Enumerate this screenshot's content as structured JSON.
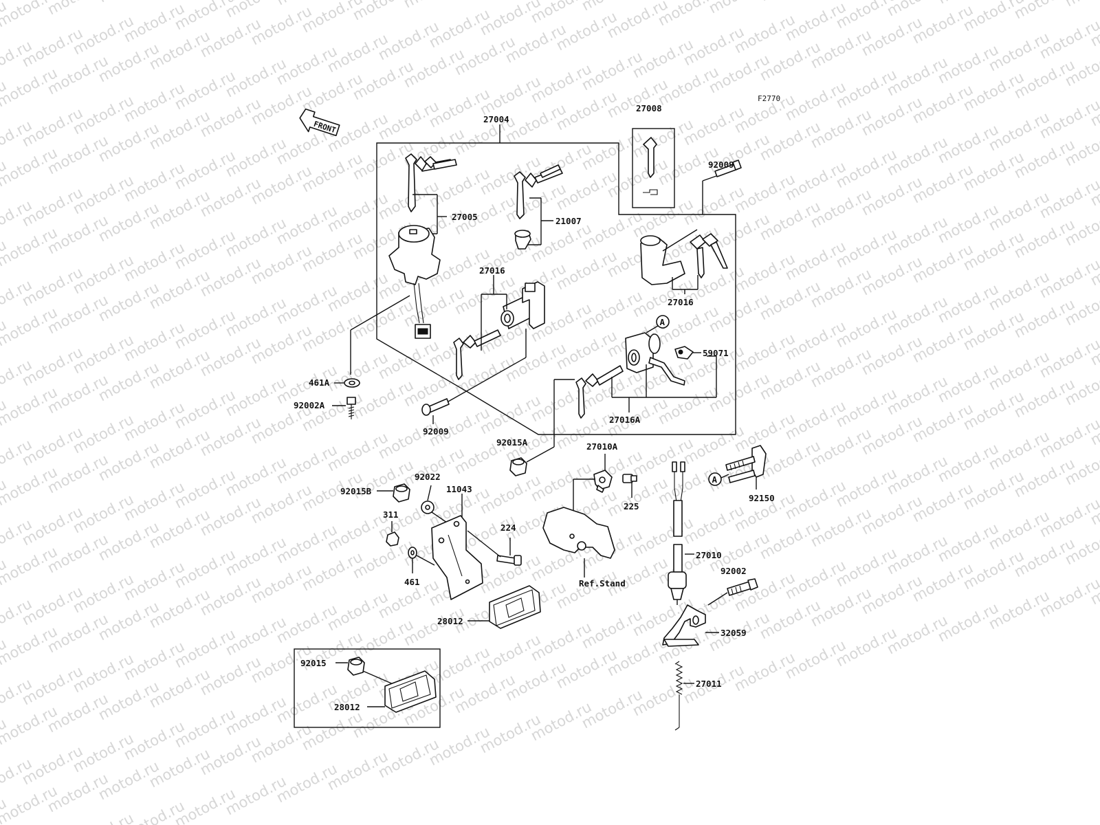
{
  "watermark": "motod.ru",
  "diagram_code": "F2770",
  "front_label": "FRONT",
  "part_labels": {
    "p27004": "27004",
    "p27008": "27008",
    "p92009_top": "92009",
    "p27005": "27005",
    "p21007": "21007",
    "p27016_left": "27016",
    "p27016_right": "27016",
    "p59071": "59071",
    "p27016A": "27016A",
    "p461A": "461A",
    "p92002A": "92002A",
    "p92009_bottom": "92009",
    "p92015A": "92015A",
    "p27010A": "27010A",
    "p225": "225",
    "p92150": "92150",
    "p92015B": "92015B",
    "p92022": "92022",
    "p11043": "11043",
    "p311": "311",
    "p224": "224",
    "p461": "461",
    "ref_stand": "Ref.Stand",
    "p27010": "27010",
    "p92002": "92002",
    "p32059": "32059",
    "p28012_main": "28012",
    "p27011": "27011",
    "p92015": "92015",
    "p28012_box": "28012"
  },
  "reference_markers": {
    "upper": "A",
    "lower": "A"
  }
}
